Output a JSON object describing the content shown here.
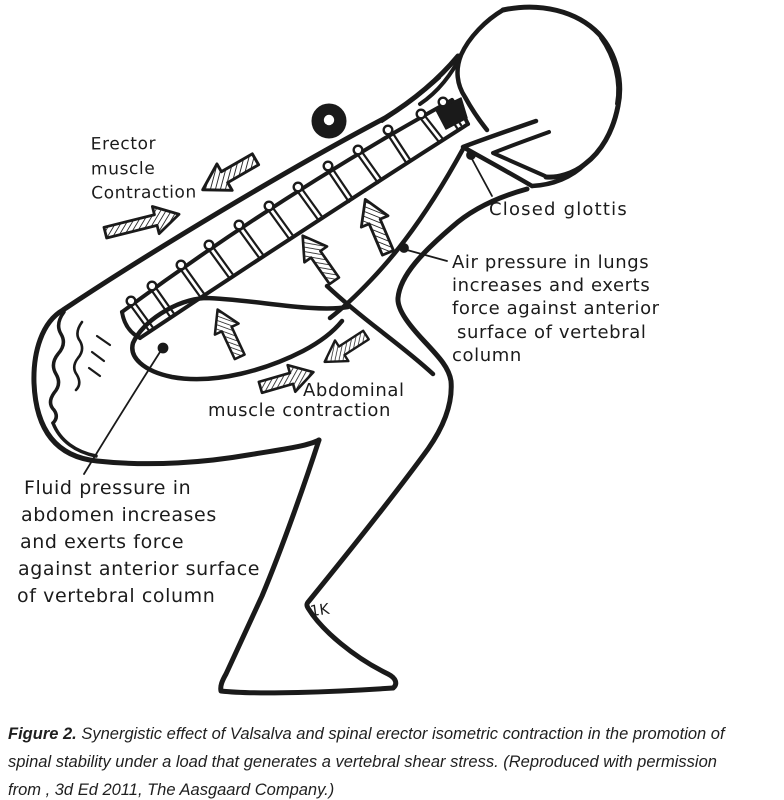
{
  "figure": {
    "ink_color": "#1a1a1a",
    "background_color": "#ffffff",
    "labels": {
      "erector": [
        "Erector",
        "muscle",
        "Contraction"
      ],
      "closed_glottis": "Closed glottis",
      "air_pressure": [
        "Air pressure in lungs",
        "increases and exerts",
        "force against anterior",
        "surface of vertebral",
        "column"
      ],
      "abdominal": [
        "Abdominal",
        "muscle contraction"
      ],
      "fluid_pressure": [
        "Fluid pressure in",
        "abdomen increases",
        "and exerts force",
        "against anterior surface",
        "of vertebral column"
      ],
      "artist_signature": "1K"
    },
    "arrows": [
      "erector-contraction-arrow-down-back",
      "erector-contraction-arrow-up-back",
      "lung-pressure-arrow-upper",
      "lung-pressure-arrow-lower",
      "abdomen-fluid-pressure-arrow",
      "abdominal-contraction-arrow-inward-upper",
      "abdominal-contraction-arrow-inward-lower"
    ]
  },
  "caption": {
    "figure_label": "Figure 2.",
    "line1": "Synergistic effect of Valsalva and spinal erector isometric contraction in the promotion of",
    "line2": "spinal stability under a load that generates a vertebral shear stress. (Reproduced with permission",
    "line3": "from , 3d Ed 2011, The Aasgaard Company.)"
  }
}
